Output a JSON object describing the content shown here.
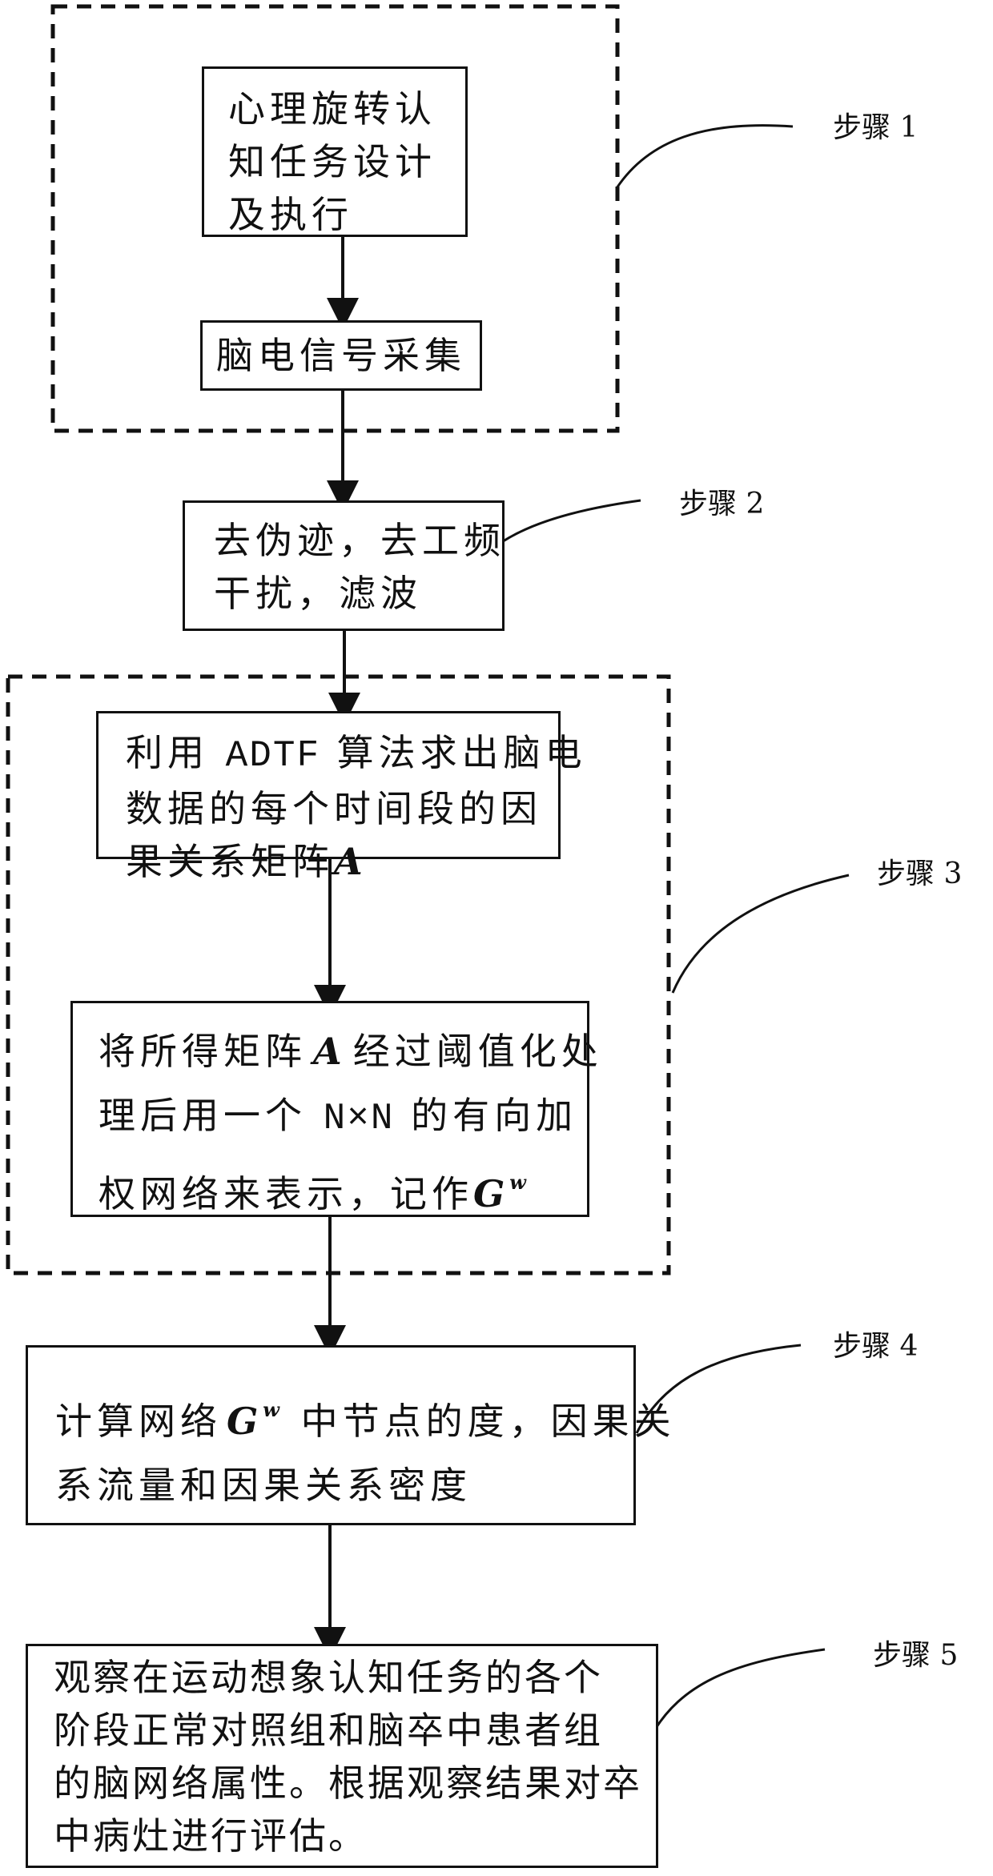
{
  "boxes": {
    "b1": "心理旋转认知任务设计及执行",
    "b1_lines": [
      "心理旋转认",
      "知任务设计",
      "及执行"
    ],
    "b2": "脑电信号采集",
    "b3_lines": [
      "去伪迹，去工频",
      "干扰，滤波"
    ],
    "b4_line1_a": "利用 ",
    "b4_line1_latin": "ADTF",
    "b4_line1_b": " 算法求出脑电",
    "b4_line2": "数据的每个时间段的因",
    "b4_line3": "果关系矩阵",
    "symbol_A": "A",
    "b5_line1_a": "将所得矩阵",
    "b5_line1_b": "经过阈值化处",
    "b5_line2_a": "理后用一个 ",
    "b5_line2_latin": "N×N",
    "b5_line2_b": " 的有向加",
    "b5_line3": "权网络来表示，记作",
    "symbol_G": "G",
    "symbol_w": "w",
    "b6_line1_a": "计算网络",
    "b6_line1_b": " 中节点的度，因果关",
    "b6_line2": "系流量和因果关系密度",
    "b7_lines": [
      "观察在运动想象认知任务的各个",
      "阶段正常对照组和脑卒中患者组",
      "的脑网络属性。根据观察结果对卒",
      "中病灶进行评估。"
    ]
  },
  "steps": [
    "步骤 1",
    "步骤 2",
    "步骤 3",
    "步骤 4",
    "步骤 5"
  ]
}
